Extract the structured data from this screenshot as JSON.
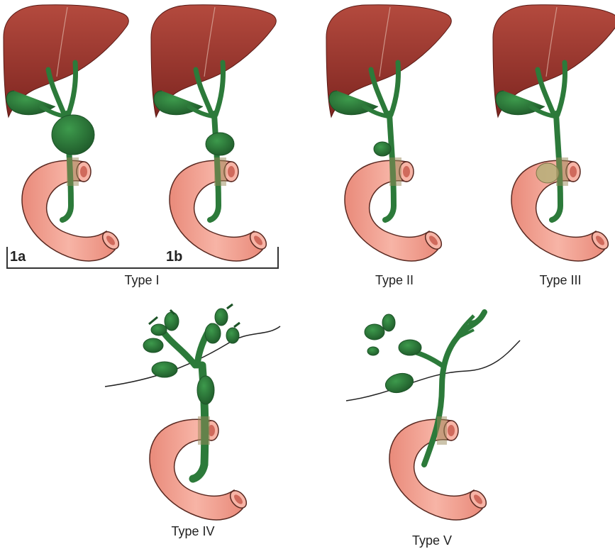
{
  "labels": {
    "type1": "Type I",
    "type2": "Type II",
    "type3": "Type III",
    "type4": "Type IV",
    "type5": "Type V",
    "sub1a": "1a",
    "sub1b": "1b"
  },
  "colors": {
    "liver": "#93302a",
    "liver_light": "#b04a3a",
    "duct": "#2c7a3a",
    "duct_dark": "#1d5428",
    "duodenum": "#f2a394",
    "duodenum_edge": "#5a2a22",
    "bracket": "#333333",
    "line": "#222222"
  }
}
